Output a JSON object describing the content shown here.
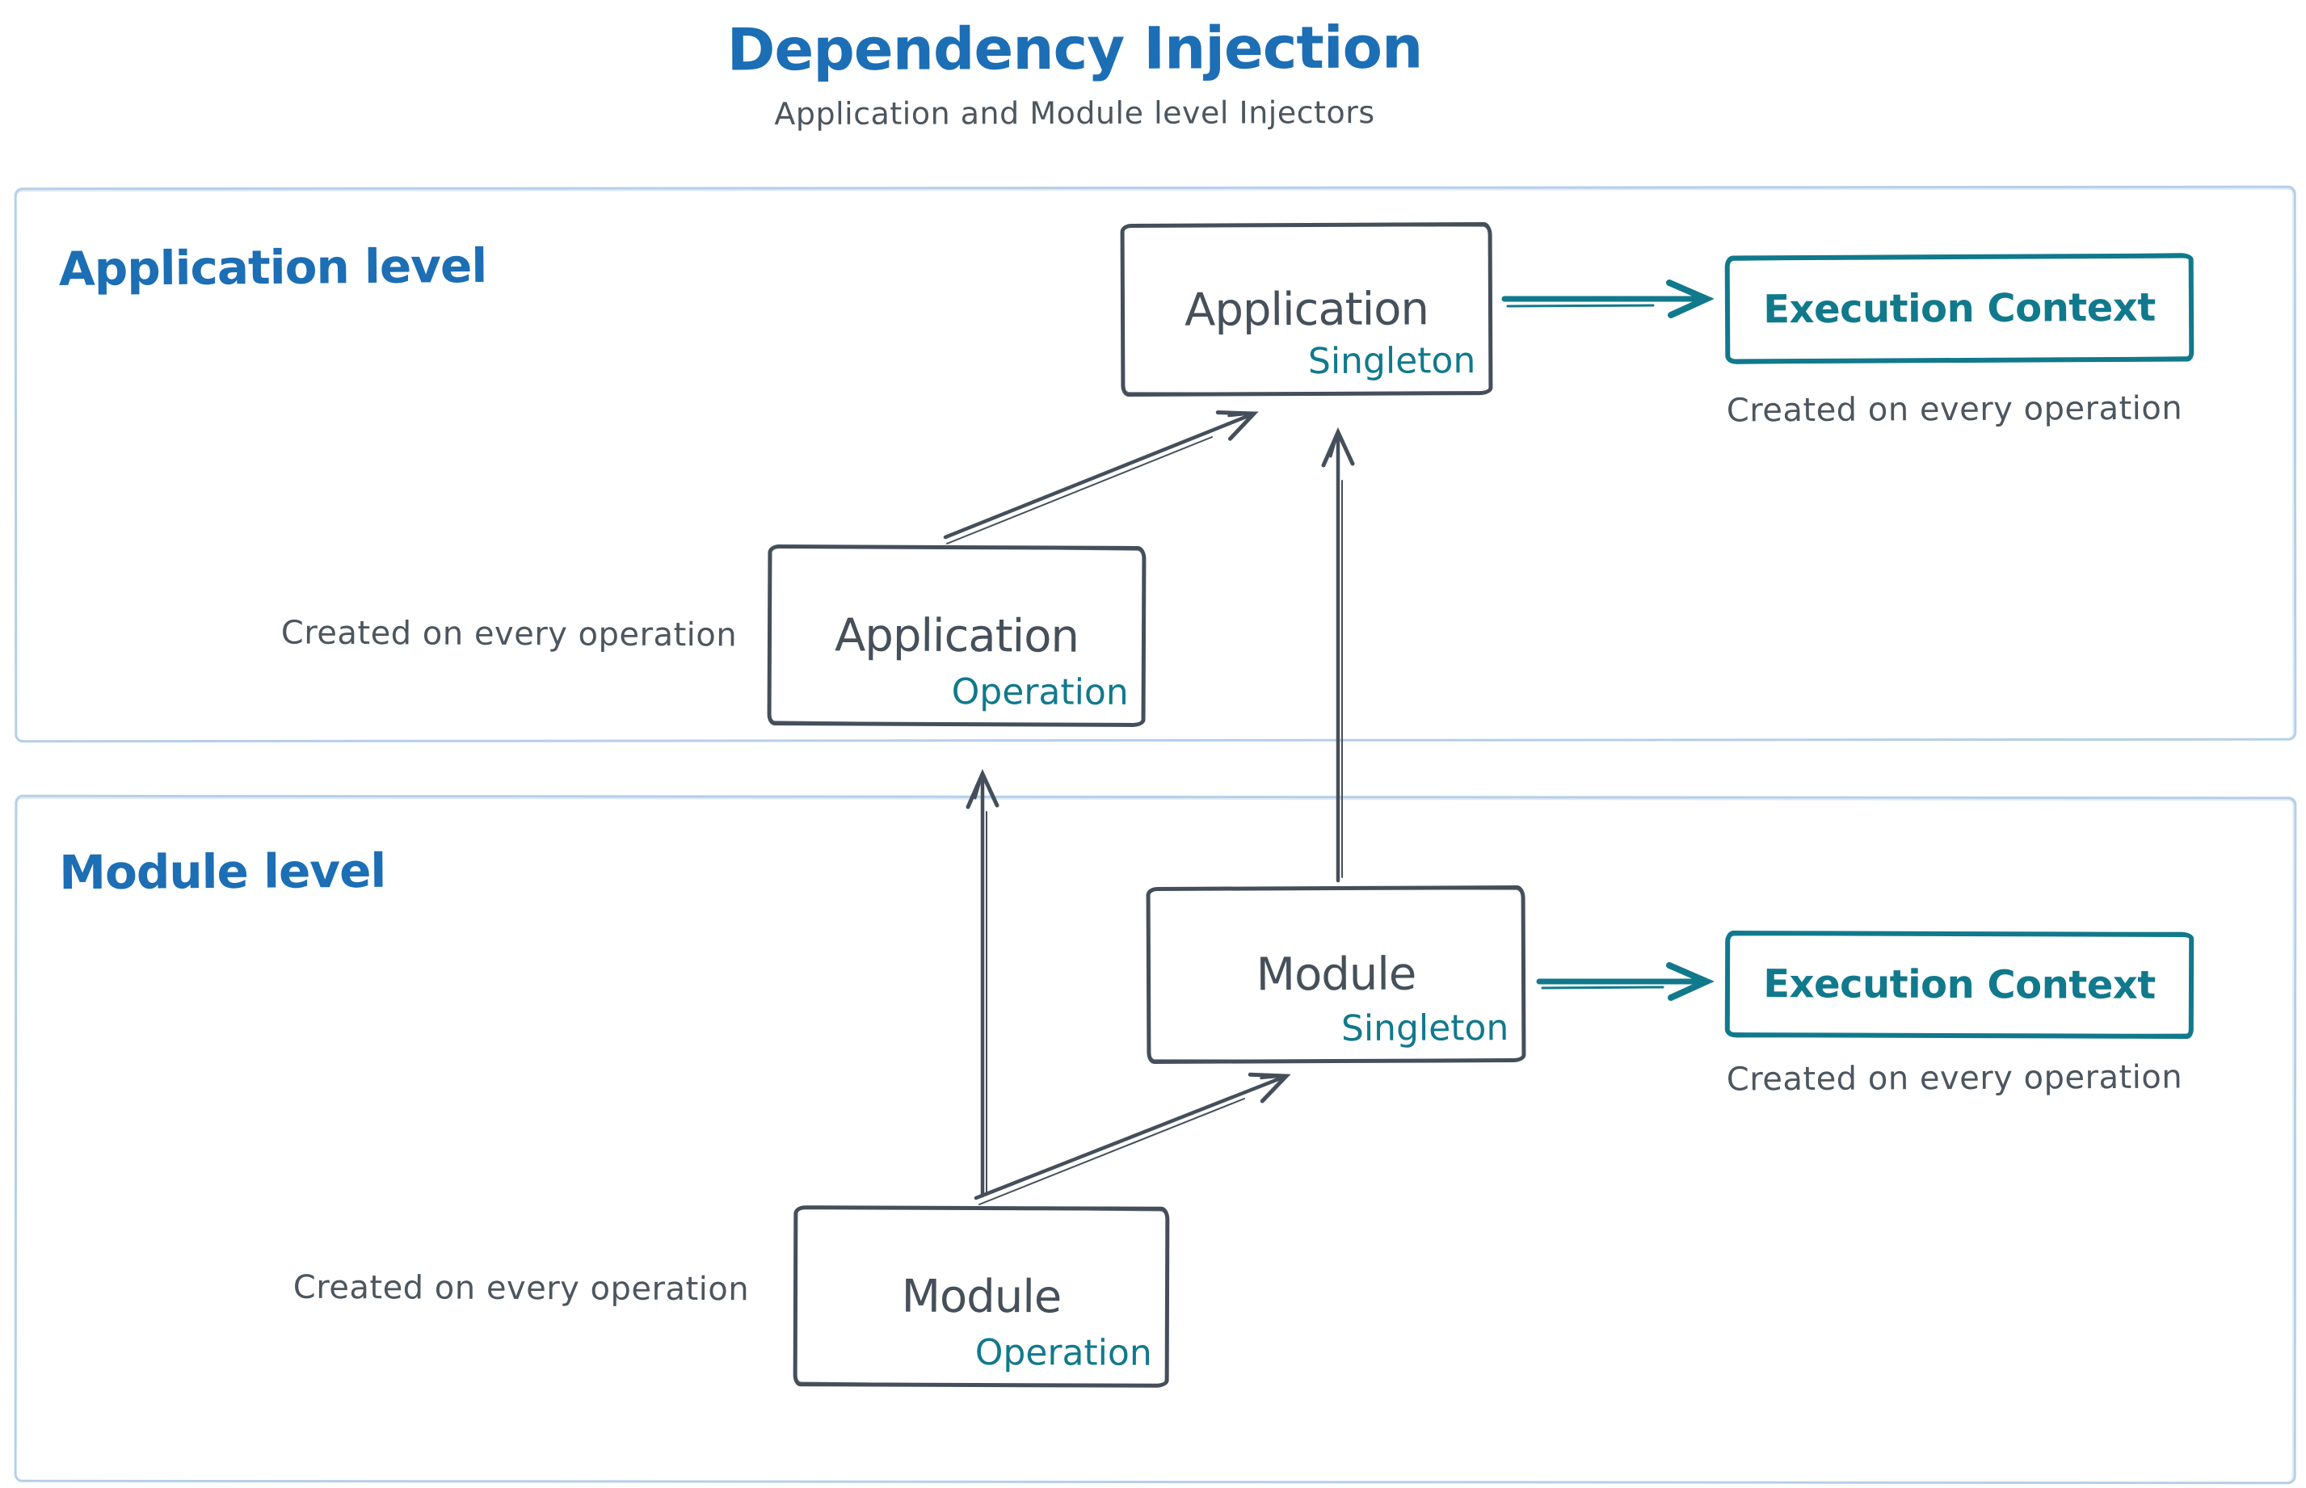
{
  "header": {
    "title": "Dependency Injection",
    "subtitle": "Application and Module level Injectors"
  },
  "sections": {
    "application": {
      "label": "Application level"
    },
    "module": {
      "label": "Module level"
    }
  },
  "nodes": {
    "app_singleton": {
      "label": "Application",
      "sublabel": "Singleton"
    },
    "app_operation": {
      "label": "Application",
      "sublabel": "Operation"
    },
    "module_singleton": {
      "label": "Module",
      "sublabel": "Singleton"
    },
    "module_operation": {
      "label": "Module",
      "sublabel": "Operation"
    },
    "execution_context_app": {
      "label": "Execution Context"
    },
    "execution_context_module": {
      "label": "Execution Context"
    }
  },
  "captions": {
    "execution_context_app": "Created on every operation",
    "execution_context_module": "Created on every operation",
    "app_operation": "Created on every operation",
    "module_operation": "Created on every operation"
  },
  "edges": [
    {
      "from": "app_operation",
      "to": "app_singleton"
    },
    {
      "from": "module_operation",
      "to": "app_operation"
    },
    {
      "from": "module_singleton",
      "to": "app_singleton"
    },
    {
      "from": "module_operation",
      "to": "module_singleton"
    },
    {
      "from": "app_singleton",
      "to": "execution_context_app"
    },
    {
      "from": "module_singleton",
      "to": "execution_context_module"
    }
  ],
  "colors": {
    "accent_blue": "#1c6eb5",
    "ink": "#46505a",
    "teal": "#11798c",
    "frame_light_blue": "#b5cfe9",
    "background": "#ffffff"
  }
}
